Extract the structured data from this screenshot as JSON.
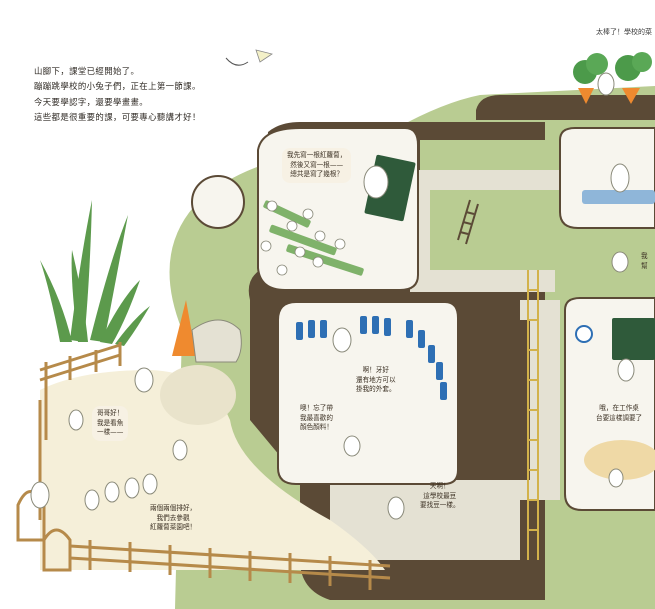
{
  "intro": {
    "lines": [
      "山腳下，課堂已經開始了。",
      "蹦蹦跳學校的小兔子們，正在上第一節課。",
      "今天要學認字，還要學畫畫。",
      "這些都是很重要的課，可要專心聽講才好！"
    ]
  },
  "corner_caption": "太棒了！學校的菜",
  "bubbles": {
    "teacher": [
      "我先寫一根紅蘿蔔，",
      "然後又寫一根——",
      "總共是寫了幾根？"
    ],
    "greeting": [
      "哥哥好！",
      "我是看魚",
      "一樣——"
    ],
    "group": [
      "兩個兩個排好，",
      "我們去參觀",
      "紅蘿蔔菜園吧！"
    ],
    "hooks": [
      "啊！牙好",
      "還有地方可以",
      "掛我的外套。"
    ],
    "paint": [
      "噢！忘了帶",
      "我最喜歡的",
      "顏色顏料！"
    ],
    "tunnel": [
      "天啊！",
      "這學校最豆",
      "要找豆一樣。"
    ],
    "right_edge": [
      "我",
      "幫"
    ],
    "workshop": [
      "哦，在工作桌",
      "台要這樣調要了"
    ]
  },
  "colors": {
    "hill": "#b9cc92",
    "tunnel": "#5b4a36",
    "corridor": "#e4e1d3",
    "room": "#f7f5ee",
    "carrot": "#ef8a2f",
    "bunny": "#ffffff"
  }
}
